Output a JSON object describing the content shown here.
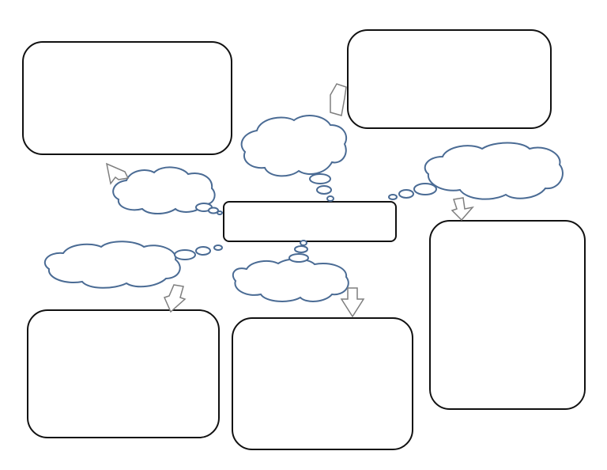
{
  "diagram": {
    "center_label": "",
    "boxes": [
      {
        "id": "top-left",
        "label": ""
      },
      {
        "id": "top-right",
        "label": ""
      },
      {
        "id": "right",
        "label": ""
      },
      {
        "id": "bottom-left",
        "label": ""
      },
      {
        "id": "bottom-center",
        "label": ""
      }
    ],
    "clouds": [
      {
        "id": "top-center",
        "label": ""
      },
      {
        "id": "left",
        "label": ""
      },
      {
        "id": "right",
        "label": ""
      },
      {
        "id": "bottom-left",
        "label": ""
      },
      {
        "id": "bottom-center",
        "label": ""
      }
    ],
    "colors": {
      "cloud_stroke": "#4a6b94",
      "box_stroke": "#111111",
      "arrow_stroke": "#7f7f7f"
    }
  }
}
